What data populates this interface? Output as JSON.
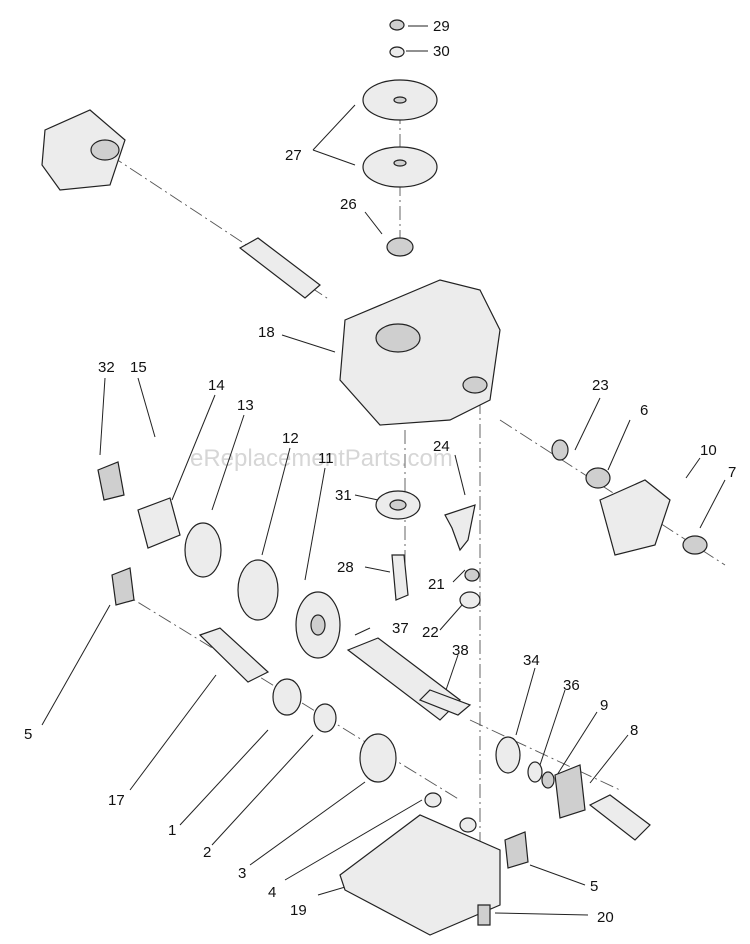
{
  "watermark": "eReplacementParts.com",
  "callouts": [
    {
      "id": "c29",
      "label": "29"
    },
    {
      "id": "c30",
      "label": "30"
    },
    {
      "id": "c27",
      "label": "27"
    },
    {
      "id": "c26",
      "label": "26"
    },
    {
      "id": "c18",
      "label": "18"
    },
    {
      "id": "c32",
      "label": "32"
    },
    {
      "id": "c15",
      "label": "15"
    },
    {
      "id": "c14",
      "label": "14"
    },
    {
      "id": "c13",
      "label": "13"
    },
    {
      "id": "c12",
      "label": "12"
    },
    {
      "id": "c11",
      "label": "11"
    },
    {
      "id": "c23",
      "label": "23"
    },
    {
      "id": "c6",
      "label": "6"
    },
    {
      "id": "c10",
      "label": "10"
    },
    {
      "id": "c7",
      "label": "7"
    },
    {
      "id": "c24",
      "label": "24"
    },
    {
      "id": "c31",
      "label": "31"
    },
    {
      "id": "c28",
      "label": "28"
    },
    {
      "id": "c21",
      "label": "21"
    },
    {
      "id": "c22",
      "label": "22"
    },
    {
      "id": "c37",
      "label": "37"
    },
    {
      "id": "c38",
      "label": "38"
    },
    {
      "id": "c34",
      "label": "34"
    },
    {
      "id": "c36",
      "label": "36"
    },
    {
      "id": "c9",
      "label": "9"
    },
    {
      "id": "c8",
      "label": "8"
    },
    {
      "id": "c5a",
      "label": "5"
    },
    {
      "id": "c17",
      "label": "17"
    },
    {
      "id": "c1",
      "label": "1"
    },
    {
      "id": "c2",
      "label": "2"
    },
    {
      "id": "c3",
      "label": "3"
    },
    {
      "id": "c4",
      "label": "4"
    },
    {
      "id": "c19",
      "label": "19"
    },
    {
      "id": "c5b",
      "label": "5"
    },
    {
      "id": "c20",
      "label": "20"
    }
  ]
}
